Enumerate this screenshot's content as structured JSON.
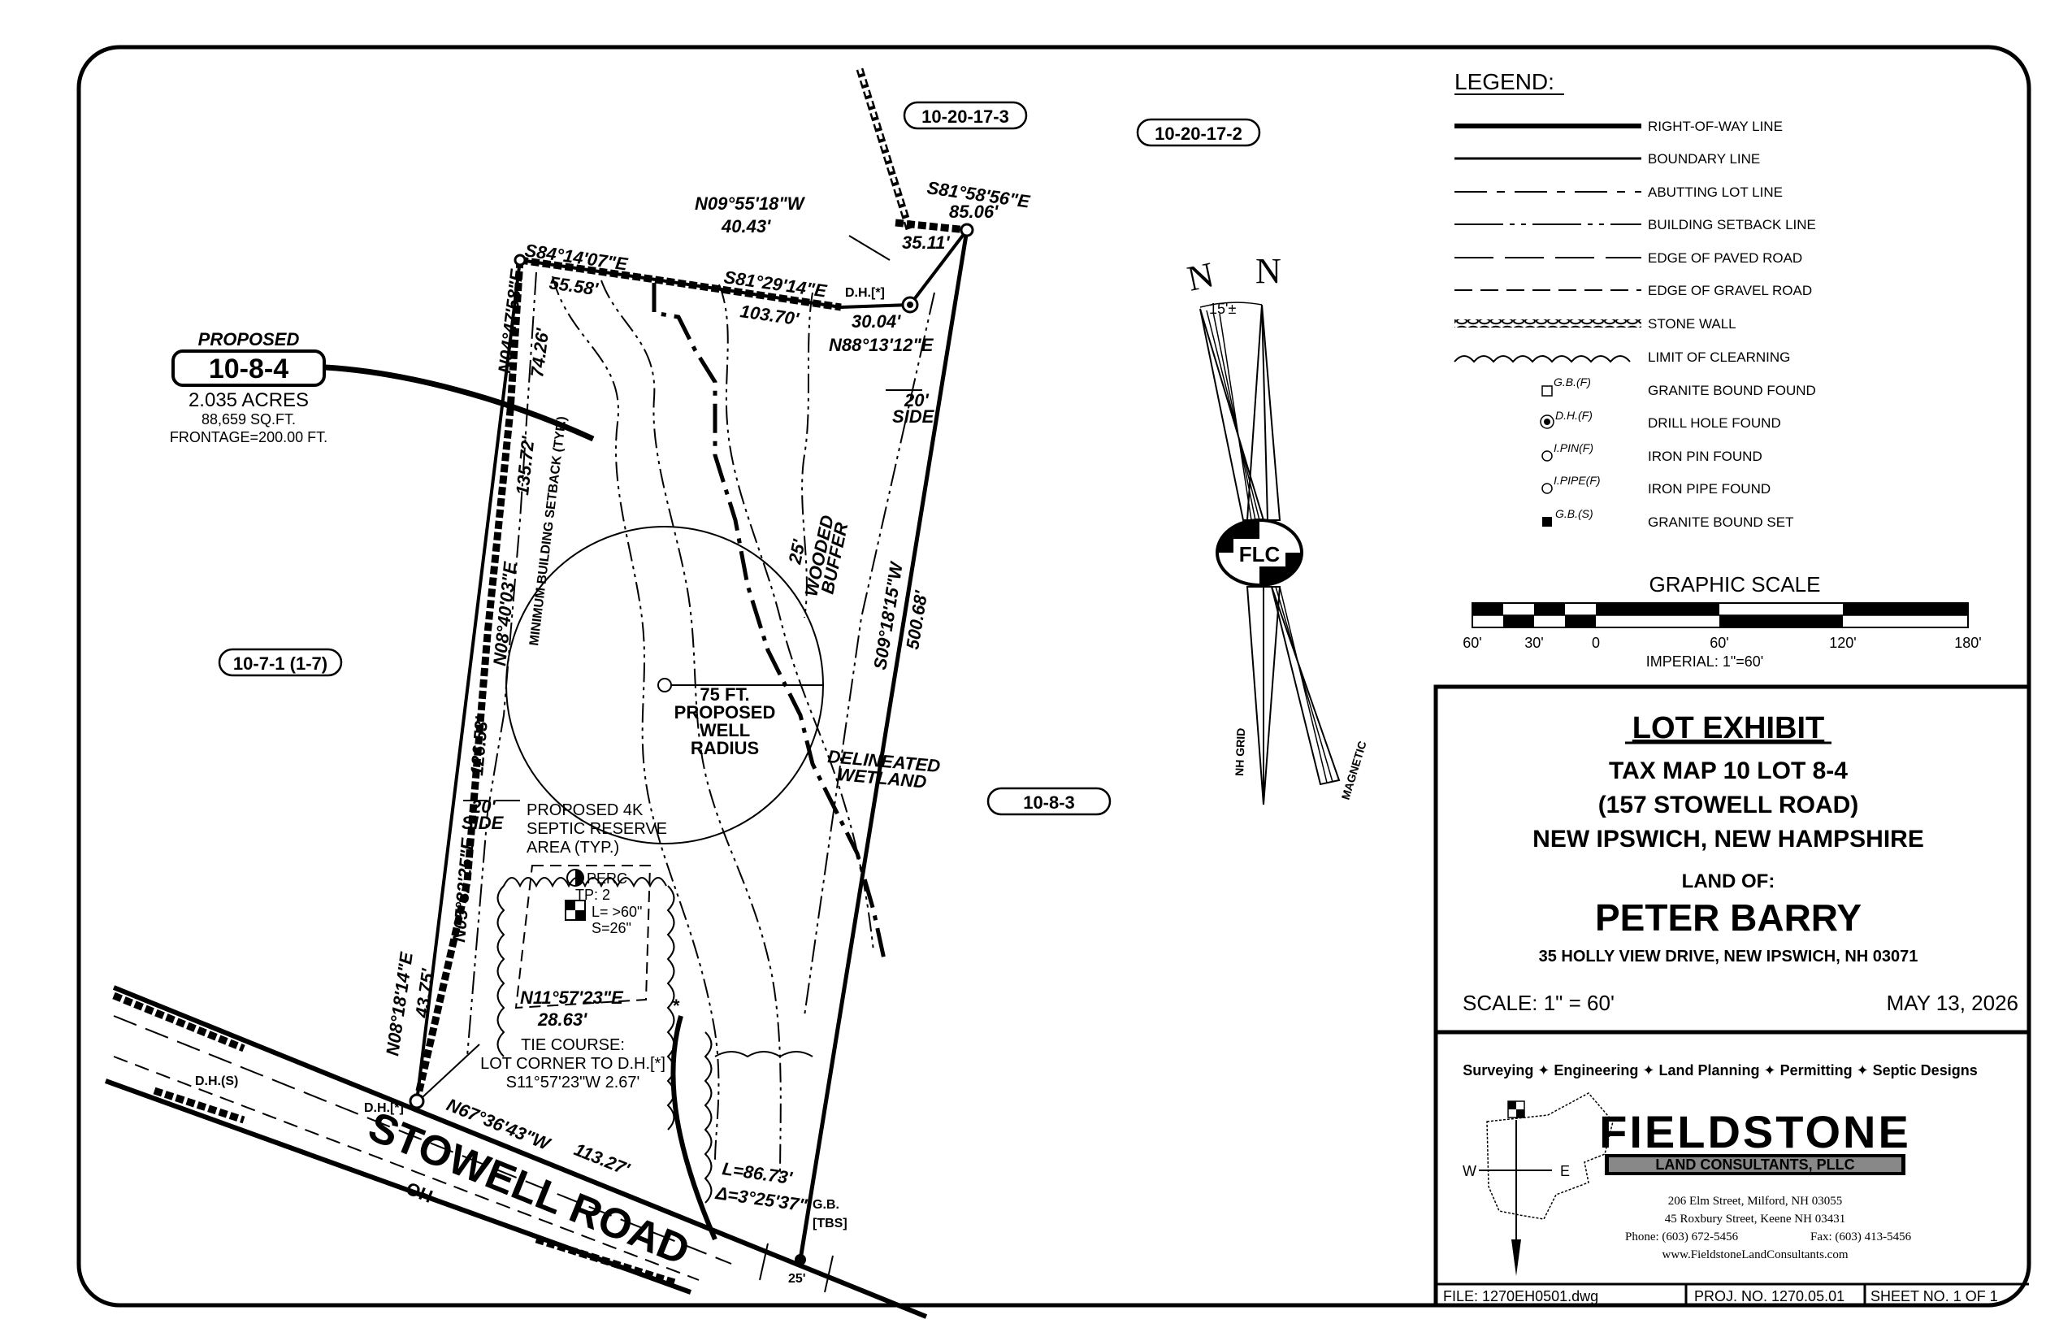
{
  "parcels": {
    "p1": "10-20-17-3",
    "p2": "10-20-17-2",
    "p3": "10-7-1 (1-7)",
    "p4": "10-8-3"
  },
  "lot": {
    "proposed": "PROPOSED",
    "id": "10-8-4",
    "acres": "2.035 ACRES",
    "sqft": "88,659 SQ.FT.",
    "frontage": "FRONTAGE=200.00 FT."
  },
  "bearings": {
    "b1": "S84°14'07\"E",
    "b1d": "55.58'",
    "b2": "N09°55'18\"W",
    "b2d": "40.43'",
    "b3": "S81°58'56\"E",
    "b3d": "85.06'",
    "b3e": "35.11'",
    "b4": "S81°29'14\"E",
    "b4d": "103.70'",
    "b5": "N88°13'12\"E",
    "b5d": "30.04'",
    "dh": "D.H.[*]",
    "b6": "N04°47'58\"E",
    "b6d": "74.26'",
    "b7": "N08°40'03\"E",
    "b7d": "135.72'",
    "b8": "N05°32'25\"E",
    "b8d": "126.53'",
    "b9": "N08°18'14\"E",
    "b9d": "43.75'",
    "b10": "S09°18'15\"W",
    "b10d": "500.68'",
    "b11": "N67°36'43\"W",
    "b11d": "113.27'",
    "b12": "N11°57'23\"E",
    "b12d": "28.63'",
    "arcL": "L=86.73'",
    "arcD": "Δ=3°25'37\"",
    "gb": "G.B.",
    "tbs": "[TBS]",
    "dh_s": "D.H.(S)",
    "dh_f": "D.H.[*]",
    "oh": "OH"
  },
  "notes": {
    "setback": "MINIMUM BUILDING SETBACK (TYP.)",
    "side20a": "20'",
    "side20b": "SIDE",
    "side20c": "20'",
    "side20d": "SIDE",
    "buffer1": "25'",
    "buffer2": "WOODED",
    "buffer3": "BUFFER",
    "well1": "75 FT.",
    "well2": "PROPOSED",
    "well3": "WELL",
    "well4": "RADIUS",
    "wet1": "DELINEATED",
    "wet2": "WETLAND",
    "septic1": "PROPOSED 4K",
    "septic2": "SEPTIC RESERVE",
    "septic3": "AREA (TYP.)",
    "perc": "PERC",
    "tp": "TP: 2",
    "tpL": "L= >60\"",
    "tpS": "S=26\"",
    "tie1": "TIE COURSE:",
    "tie2": "LOT CORNER TO D.H.[*]",
    "tie3": "S11°57'23\"W   2.67'",
    "road": "STOWELL ROAD",
    "road_gap": "25'"
  },
  "north": {
    "n1": "N",
    "n2": "N",
    "angle": "15'±",
    "grid": "NH GRID",
    "mag": "MAGNETIC",
    "logo": "FLC"
  },
  "legend": {
    "title": "LEGEND:",
    "items": [
      "RIGHT-OF-WAY LINE",
      "BOUNDARY LINE",
      "ABUTTING LOT LINE",
      "BUILDING SETBACK LINE",
      "EDGE OF PAVED ROAD",
      "EDGE OF GRAVEL ROAD",
      "STONE WALL",
      "LIMIT OF CLEARNING",
      "GRANITE BOUND FOUND",
      "DRILL HOLE FOUND",
      "IRON PIN FOUND",
      "IRON PIPE FOUND",
      "GRANITE BOUND SET"
    ],
    "symbols": [
      "G.B.(F)",
      "D.H.(F)",
      "I.PIN(F)",
      "I.PIPE(F)",
      "G.B.(S)"
    ]
  },
  "scale": {
    "title": "GRAPHIC SCALE",
    "ticks": [
      "60'",
      "30'",
      "0",
      "60'",
      "120'",
      "180'"
    ],
    "imperial": "IMPERIAL: 1\"=60'"
  },
  "title_block": {
    "exhibit": "LOT EXHIBIT",
    "tax": "TAX MAP 10 LOT 8-4",
    "address": "(157 STOWELL ROAD)",
    "town": "NEW IPSWICH, NEW HAMPSHIRE",
    "land_of": "LAND OF:",
    "owner": "PETER BARRY",
    "owner_addr": "35 HOLLY VIEW DRIVE, NEW IPSWICH, NH 03071",
    "scale": "SCALE:  1\"  =   60'",
    "date": "MAY 13, 2026"
  },
  "company": {
    "services": "Surveying ✦ Engineering ✦ Land Planning ✦ Permitting ✦ Septic Designs",
    "name": "FIELDSTONE",
    "sub": "LAND CONSULTANTS, PLLC",
    "addr1": "206 Elm Street, Milford, NH 03055",
    "addr2": "45 Roxbury Street, Keene NH 03431",
    "phone": "Phone: (603) 672-5456",
    "fax": "Fax: (603) 413-5456",
    "web": "www.FieldstoneLandConsultants.com",
    "w": "W",
    "e": "E"
  },
  "footer": {
    "file": "FILE: 1270EH0501.dwg",
    "proj": "PROJ. NO.   1270.05.01",
    "sheet": "SHEET NO.  1  OF  1"
  }
}
